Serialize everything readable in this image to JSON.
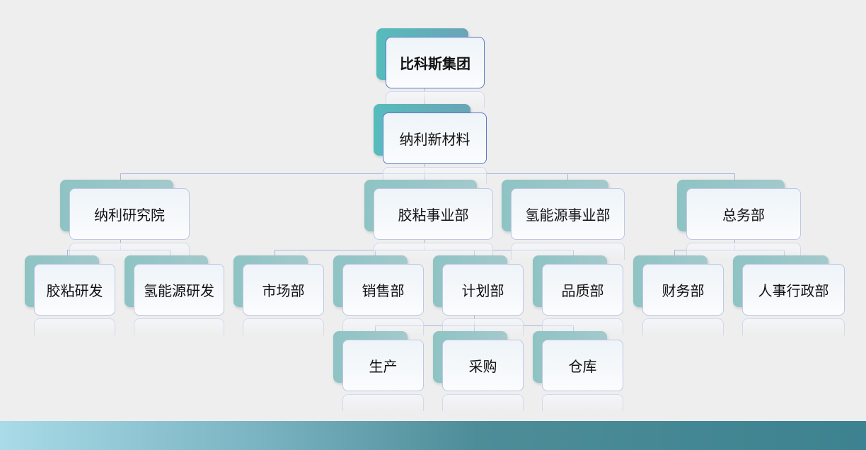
{
  "org_chart": {
    "root": "比科斯集团",
    "company": "纳利新材料",
    "divisions": [
      "纳利研究院",
      "胶粘事业部",
      "氢能源事业部",
      "总务部"
    ],
    "departments": [
      "胶粘研发",
      "氢能源研发",
      "市场部",
      "销售部",
      "计划部",
      "品质部",
      "财务部",
      "人事行政部"
    ],
    "sub_departments": [
      "生产",
      "采购",
      "仓库"
    ]
  }
}
